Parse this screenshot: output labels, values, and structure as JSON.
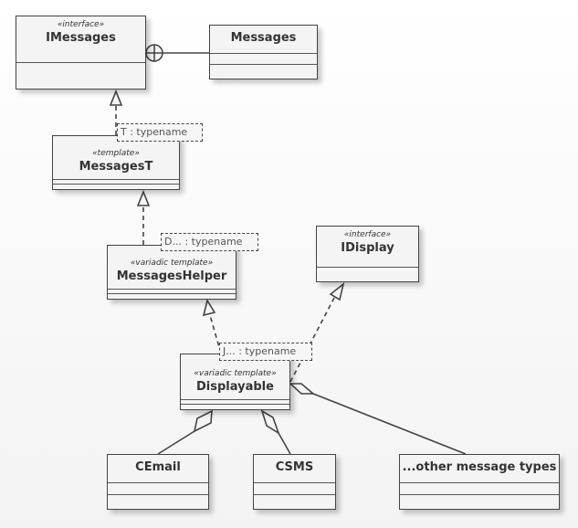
{
  "classes": {
    "imessages": {
      "stereotype": "«interface»",
      "name": "IMessages"
    },
    "messages": {
      "stereotype": "",
      "name": "Messages"
    },
    "messagest": {
      "stereotype": "«template»",
      "name": "MessagesT"
    },
    "messageshelper": {
      "stereotype": "«variadic template»",
      "name": "MessagesHelper"
    },
    "idisplay": {
      "stereotype": "«interface»",
      "name": "IDisplay"
    },
    "displayable": {
      "stereotype": "«variadic template»",
      "name": "Displayable"
    },
    "cemail": {
      "stereotype": "",
      "name": "CEmail"
    },
    "csms": {
      "stereotype": "",
      "name": "CSMS"
    },
    "other": {
      "stereotype": "",
      "name": "...other message types"
    }
  },
  "template_params": {
    "messagest": "T : typename",
    "messageshelper": "D... : typename",
    "displayable": "J... : typename"
  },
  "colors": {
    "line": "#444444",
    "fill": "#f4f4f4"
  }
}
